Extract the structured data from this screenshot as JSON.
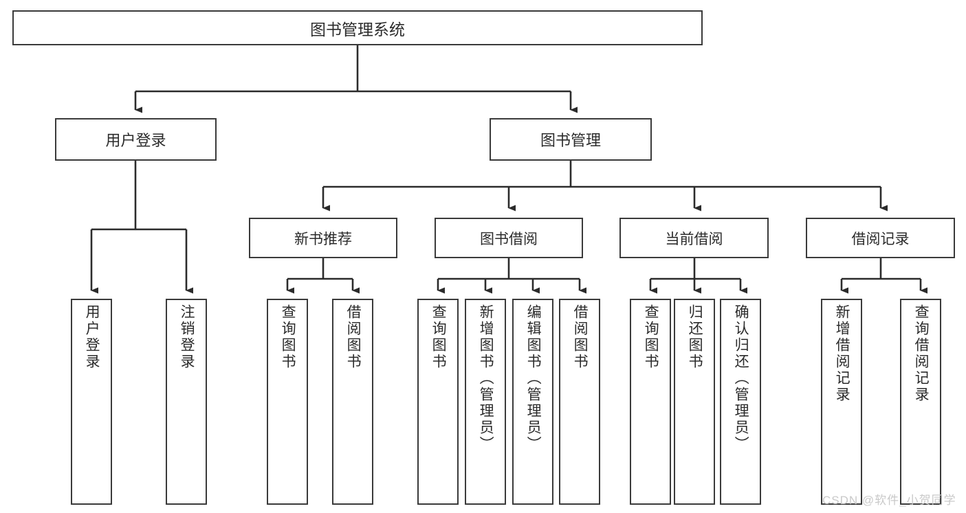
{
  "diagram": {
    "title": "图书管理系统",
    "type": "tree",
    "watermark": "CSDN @软件_小贺同学",
    "colors": {
      "box_border": "#3a3a3a",
      "box_fill": "#ffffff",
      "connector": "#2b2b2b",
      "watermark": "#c9c9c9"
    },
    "nodes": {
      "root": {
        "label": "图书管理系统",
        "level": 1
      },
      "level2": [
        {
          "id": "user-login",
          "label": "用户登录"
        },
        {
          "id": "book-manage",
          "label": "图书管理"
        }
      ],
      "level3": [
        {
          "id": "new-book-recommend",
          "label": "新书推荐",
          "parent": "book-manage"
        },
        {
          "id": "book-borrow",
          "label": "图书借阅",
          "parent": "book-manage"
        },
        {
          "id": "current-borrow",
          "label": "当前借阅",
          "parent": "book-manage"
        },
        {
          "id": "borrow-record",
          "label": "借阅记录",
          "parent": "book-manage"
        }
      ],
      "leaves": [
        {
          "id": "leaf-user-login",
          "label": "用户登录",
          "parent": "user-login"
        },
        {
          "id": "leaf-logout-login",
          "label": "注销登录",
          "parent": "user-login"
        },
        {
          "id": "leaf-query-book-1",
          "label": "查询图书",
          "parent": "new-book-recommend"
        },
        {
          "id": "leaf-borrow-book-1",
          "label": "借阅图书",
          "parent": "new-book-recommend"
        },
        {
          "id": "leaf-query-book-2",
          "label": "查询图书",
          "parent": "book-borrow"
        },
        {
          "id": "leaf-add-book",
          "label": "新增图书（管理员）",
          "parent": "book-borrow"
        },
        {
          "id": "leaf-edit-book",
          "label": "编辑图书（管理员）",
          "parent": "book-borrow"
        },
        {
          "id": "leaf-borrow-book-2",
          "label": "借阅图书",
          "parent": "book-borrow"
        },
        {
          "id": "leaf-query-book-3",
          "label": "查询图书",
          "parent": "current-borrow"
        },
        {
          "id": "leaf-return-book",
          "label": "归还图书",
          "parent": "current-borrow"
        },
        {
          "id": "leaf-confirm-return",
          "label": "确认归还（管理员）",
          "parent": "current-borrow"
        },
        {
          "id": "leaf-add-record",
          "label": "新增借阅记录",
          "parent": "borrow-record"
        },
        {
          "id": "leaf-query-record",
          "label": "查询借阅记录",
          "parent": "borrow-record"
        }
      ]
    }
  }
}
